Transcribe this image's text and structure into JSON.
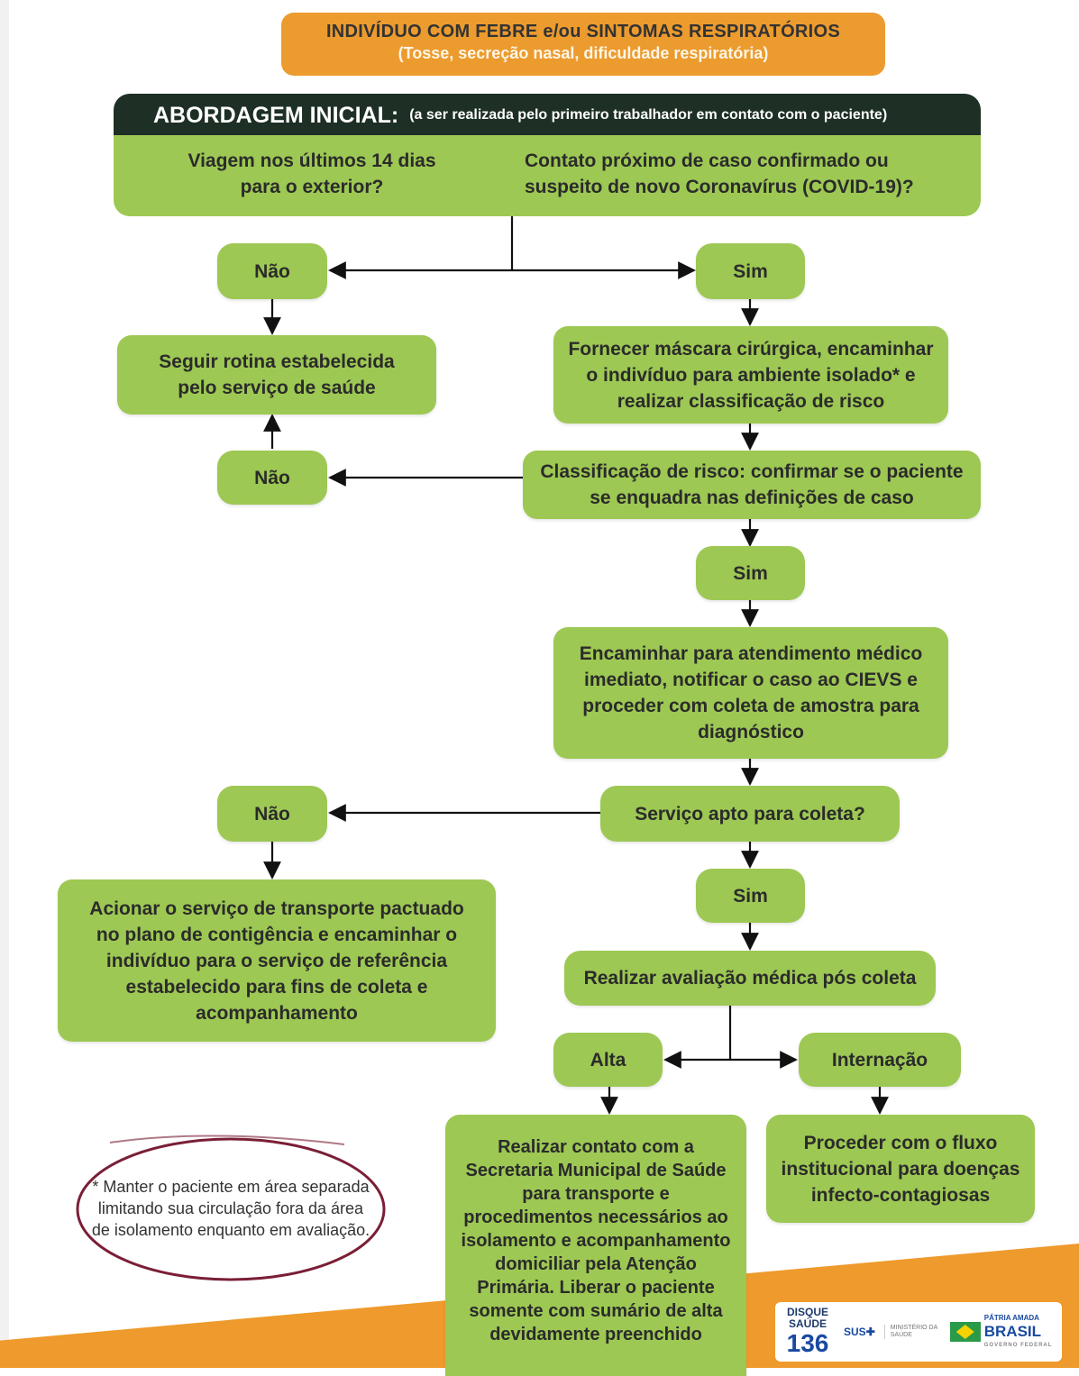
{
  "title": {
    "line1": "INDIVÍDUO COM FEBRE e/ou SINTOMAS RESPIRATÓRIOS",
    "line2": "(Tosse, secreção nasal, dificuldade respiratória)"
  },
  "abordagem": {
    "heading": "ABORDAGEM INICIAL:",
    "subheading": "(a ser realizada pelo primeiro trabalhador em contato com o paciente)",
    "question_travel": "Viagem nos últimos 14 dias para o exterior?",
    "question_contact": "Contato próximo de caso confirmado ou suspeito de novo Coronavírus (COVID-19)?"
  },
  "nodes": {
    "nao_1": "Não",
    "sim_1": "Sim",
    "seguir_rotina": "Seguir rotina estabelecida pelo  serviço de saúde",
    "fornecer_mascara": "Fornecer máscara cirúrgica, encaminhar o indivíduo para ambiente isolado* e realizar classificação de risco",
    "nao_2": "Não",
    "classificacao": "Classificação de risco: confirmar se o paciente se enquadra nas definições de caso",
    "sim_2": "Sim",
    "encaminhar_atendimento": "Encaminhar para atendimento médico imediato, notificar o caso ao CIEVS e proceder com coleta de amostra para diagnóstico",
    "nao_3": "Não",
    "servico_apto": "Serviço apto para coleta?",
    "acionar_transporte": "Acionar o serviço de transporte pactuado no plano de contigência e encaminhar o indivíduo para o serviço de referência estabelecido para fins de coleta e acompanhamento",
    "sim_3": "Sim",
    "avaliacao_pos_coleta": "Realizar avaliação médica pós coleta",
    "alta": "Alta",
    "internacao": "Internação",
    "contato_secretaria": "Realizar contato com a Secretaria Municipal de Saúde para transporte e procedimentos necessários ao isolamento e acompanhamento domiciliar pela Atenção Primária. Liberar o paciente somente com sumário de alta devidamente preenchido",
    "fluxo_institucional": "Proceder com o fluxo institucional para doenças infecto-contagiosas"
  },
  "note": "* Manter o paciente em área separada limitando sua circulação fora da área de isolamento enquanto em avaliação.",
  "logos": {
    "disque_line1": "DISQUE",
    "disque_line2": "SAÚDE",
    "disque_number": "136",
    "sus": "SUS",
    "ministerio": "MINISTÉRIO DA SAÚDE",
    "patria": "PÁTRIA AMADA",
    "brasil": "BRASIL",
    "governo": "GOVERNO FEDERAL"
  },
  "colors": {
    "green": "#9dc853",
    "orange": "#ec9b2e",
    "dark": "#1e2f26",
    "note_oval": "#7a1f36"
  }
}
